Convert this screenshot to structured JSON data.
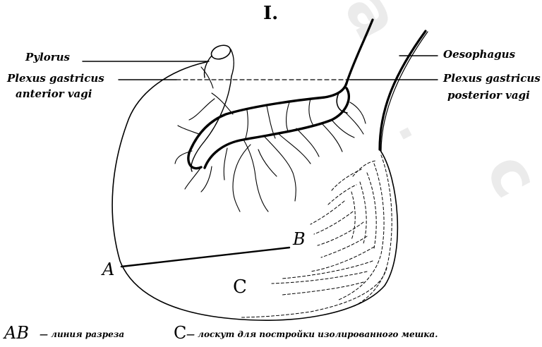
{
  "figure": {
    "number": "I."
  },
  "labels": {
    "pylorus": "Pylorus",
    "plexus_anterior_line1": "Plexus gastricus",
    "plexus_anterior_line2": "anterior vagi",
    "oesophagus": "Oesophagus",
    "plexus_posterior_line1": "Plexus gastricus",
    "plexus_posterior_line2": "posterior vagi",
    "point_a": "A",
    "point_b": "B",
    "region_c": "C"
  },
  "legend": {
    "ab_symbol": "AB",
    "ab_text": "— линия разреза",
    "c_symbol": "C",
    "c_text": "— лоскут для постройки изолированного мешка."
  },
  "colors": {
    "ink": "#000000",
    "watermark": "#e9e9e9"
  }
}
